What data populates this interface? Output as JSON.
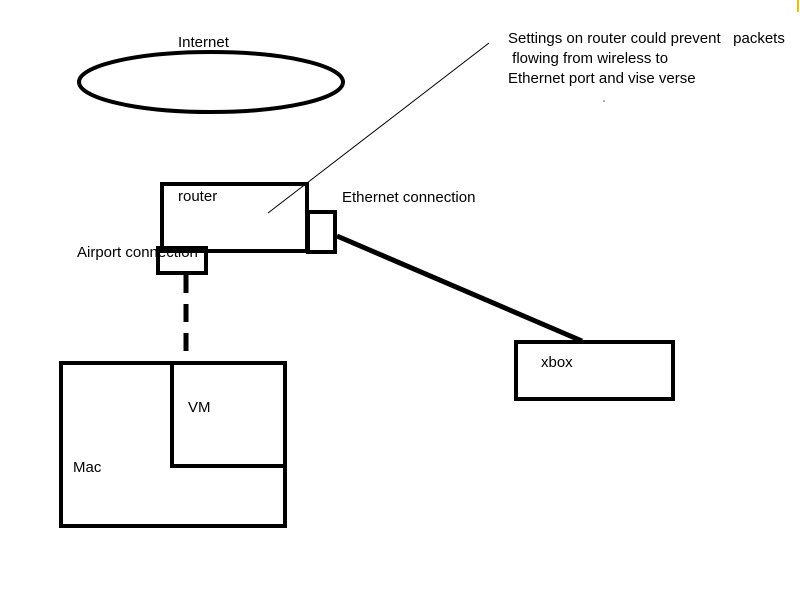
{
  "colors": {
    "stroke": "#000000",
    "background": "#ffffff",
    "corner_mark": "#e8c200"
  },
  "nodes": {
    "internet": {
      "label": "Internet",
      "shape": "ellipse"
    },
    "router": {
      "label": "router"
    },
    "ethernet_port": {
      "label": "Ethernet connection"
    },
    "airport_port": {
      "label": "Airport connection"
    },
    "xbox": {
      "label": "xbox"
    },
    "mac": {
      "label": "Mac"
    },
    "vm": {
      "label": "VM"
    }
  },
  "annotation": {
    "lines": [
      "Settings on router could prevent   packets",
      " flowing from wireless to",
      "Ethernet port and vise verse"
    ]
  },
  "edges": [
    {
      "from": "ethernet_port",
      "to": "xbox",
      "style": "solid"
    },
    {
      "from": "airport_port",
      "to": "vm",
      "style": "dashed"
    },
    {
      "from": "annotation",
      "to": "router",
      "style": "thin"
    }
  ]
}
